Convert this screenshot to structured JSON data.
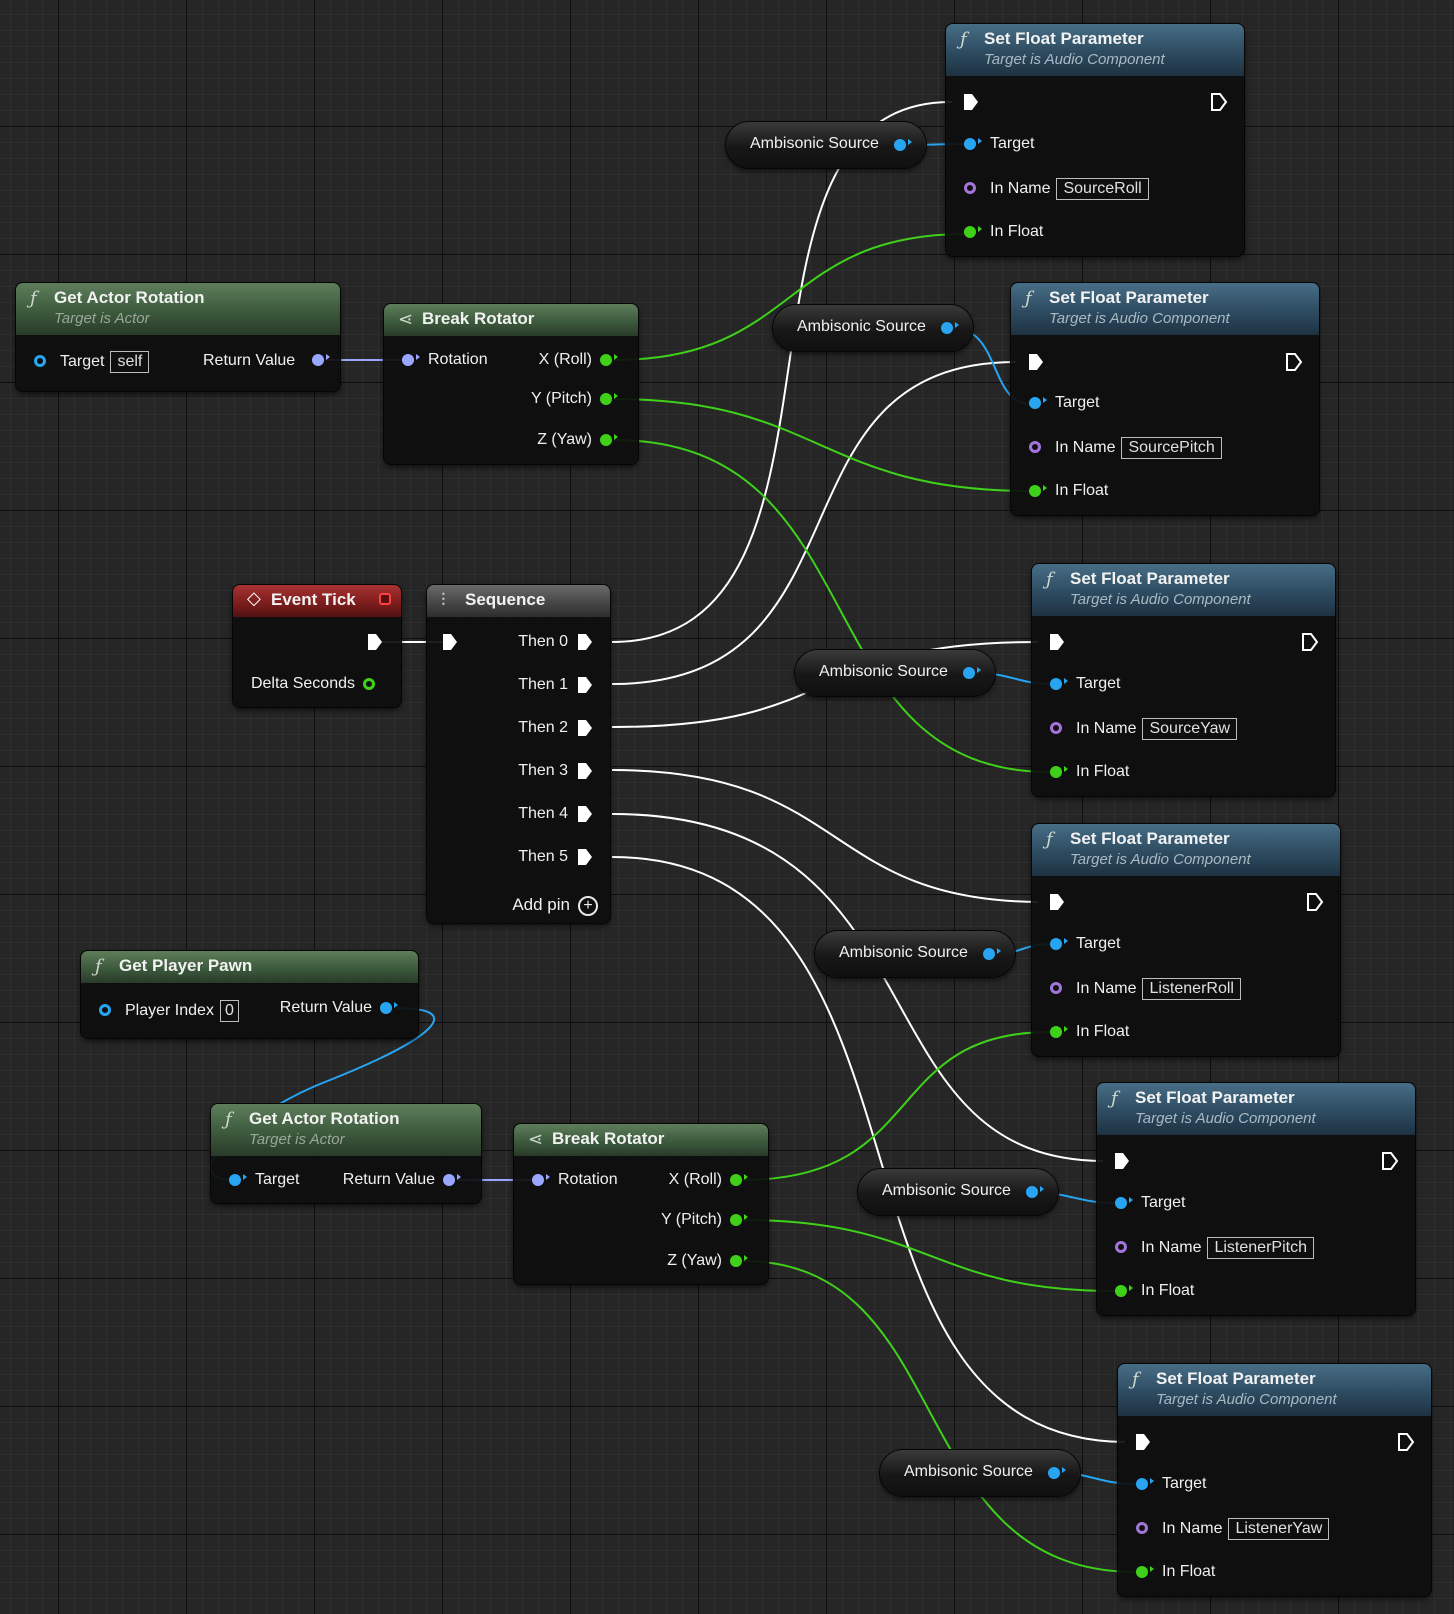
{
  "labels": {
    "exec_label_empty": "",
    "target": "Target",
    "in_name": "In Name",
    "in_float": "In Float",
    "return_value": "Return Value",
    "rotation": "Rotation",
    "x_roll": "X (Roll)",
    "y_pitch": "Y (Pitch)",
    "z_yaw": "Z (Yaw)",
    "ambisonic_source": "Ambisonic Source",
    "set_float_title": "Set Float Parameter",
    "set_float_sub": "Target is Audio Component",
    "get_actor_rotation": "Get Actor Rotation",
    "target_is_actor": "Target is Actor",
    "break_rotator": "Break Rotator"
  },
  "get_actor_rotation_top": {
    "target_default": "self"
  },
  "event_tick": {
    "title": "Event Tick",
    "delta": "Delta Seconds"
  },
  "sequence": {
    "title": "Sequence",
    "then": [
      "Then 0",
      "Then 1",
      "Then 2",
      "Then 3",
      "Then 4",
      "Then 5"
    ],
    "add_pin": "Add pin"
  },
  "get_player_pawn": {
    "title": "Get Player Pawn",
    "player_index": "Player Index",
    "player_index_value": "0"
  },
  "set_float_nodes": [
    {
      "in_name": "SourceRoll"
    },
    {
      "in_name": "SourcePitch"
    },
    {
      "in_name": "SourceYaw"
    },
    {
      "in_name": "ListenerRoll"
    },
    {
      "in_name": "ListenerPitch"
    },
    {
      "in_name": "ListenerYaw"
    }
  ],
  "colors": {
    "exec_wire": "#ffffff",
    "float_wire": "#3fd11a",
    "object_wire": "#27a5f2",
    "rotator_pin": "#9aa7ff",
    "name_pin": "#a275d9"
  },
  "icons": {
    "function": "function-icon",
    "break": "break-rotator-icon",
    "sequence": "sequence-icon",
    "event": "event-diamond-icon"
  }
}
